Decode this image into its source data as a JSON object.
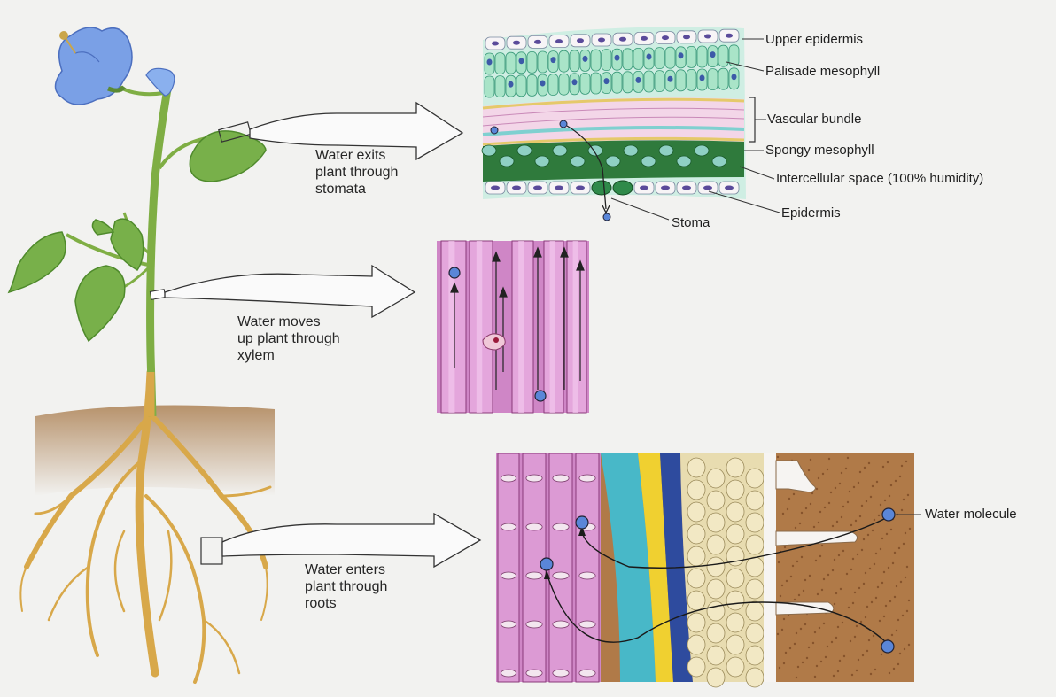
{
  "captions": {
    "stomata": "Water exits\nplant through\nstomata",
    "xylem": "Water moves\nup plant through\nxylem",
    "roots": "Water enters\nplant through\nroots"
  },
  "leaf_labels": {
    "upper_epidermis": "Upper epidermis",
    "palisade": "Palisade mesophyll",
    "vascular": "Vascular bundle",
    "spongy": "Spongy mesophyll",
    "intercellular": "Intercellular space (100% humidity)",
    "epidermis": "Epidermis",
    "stoma": "Stoma"
  },
  "root_labels": {
    "water_molecule": "Water molecule"
  },
  "colors": {
    "background": "#f2f2f0",
    "water_molecule": "#5a86d8",
    "flower": "#7aa0e6",
    "leaf": "#78b04a",
    "stem": "#7fae44",
    "root": "#d8a84a",
    "xylem": "#c470b8",
    "palisade": "#9fdcc0",
    "spongy": "#2f7a3c",
    "soil": "#b07a48"
  }
}
